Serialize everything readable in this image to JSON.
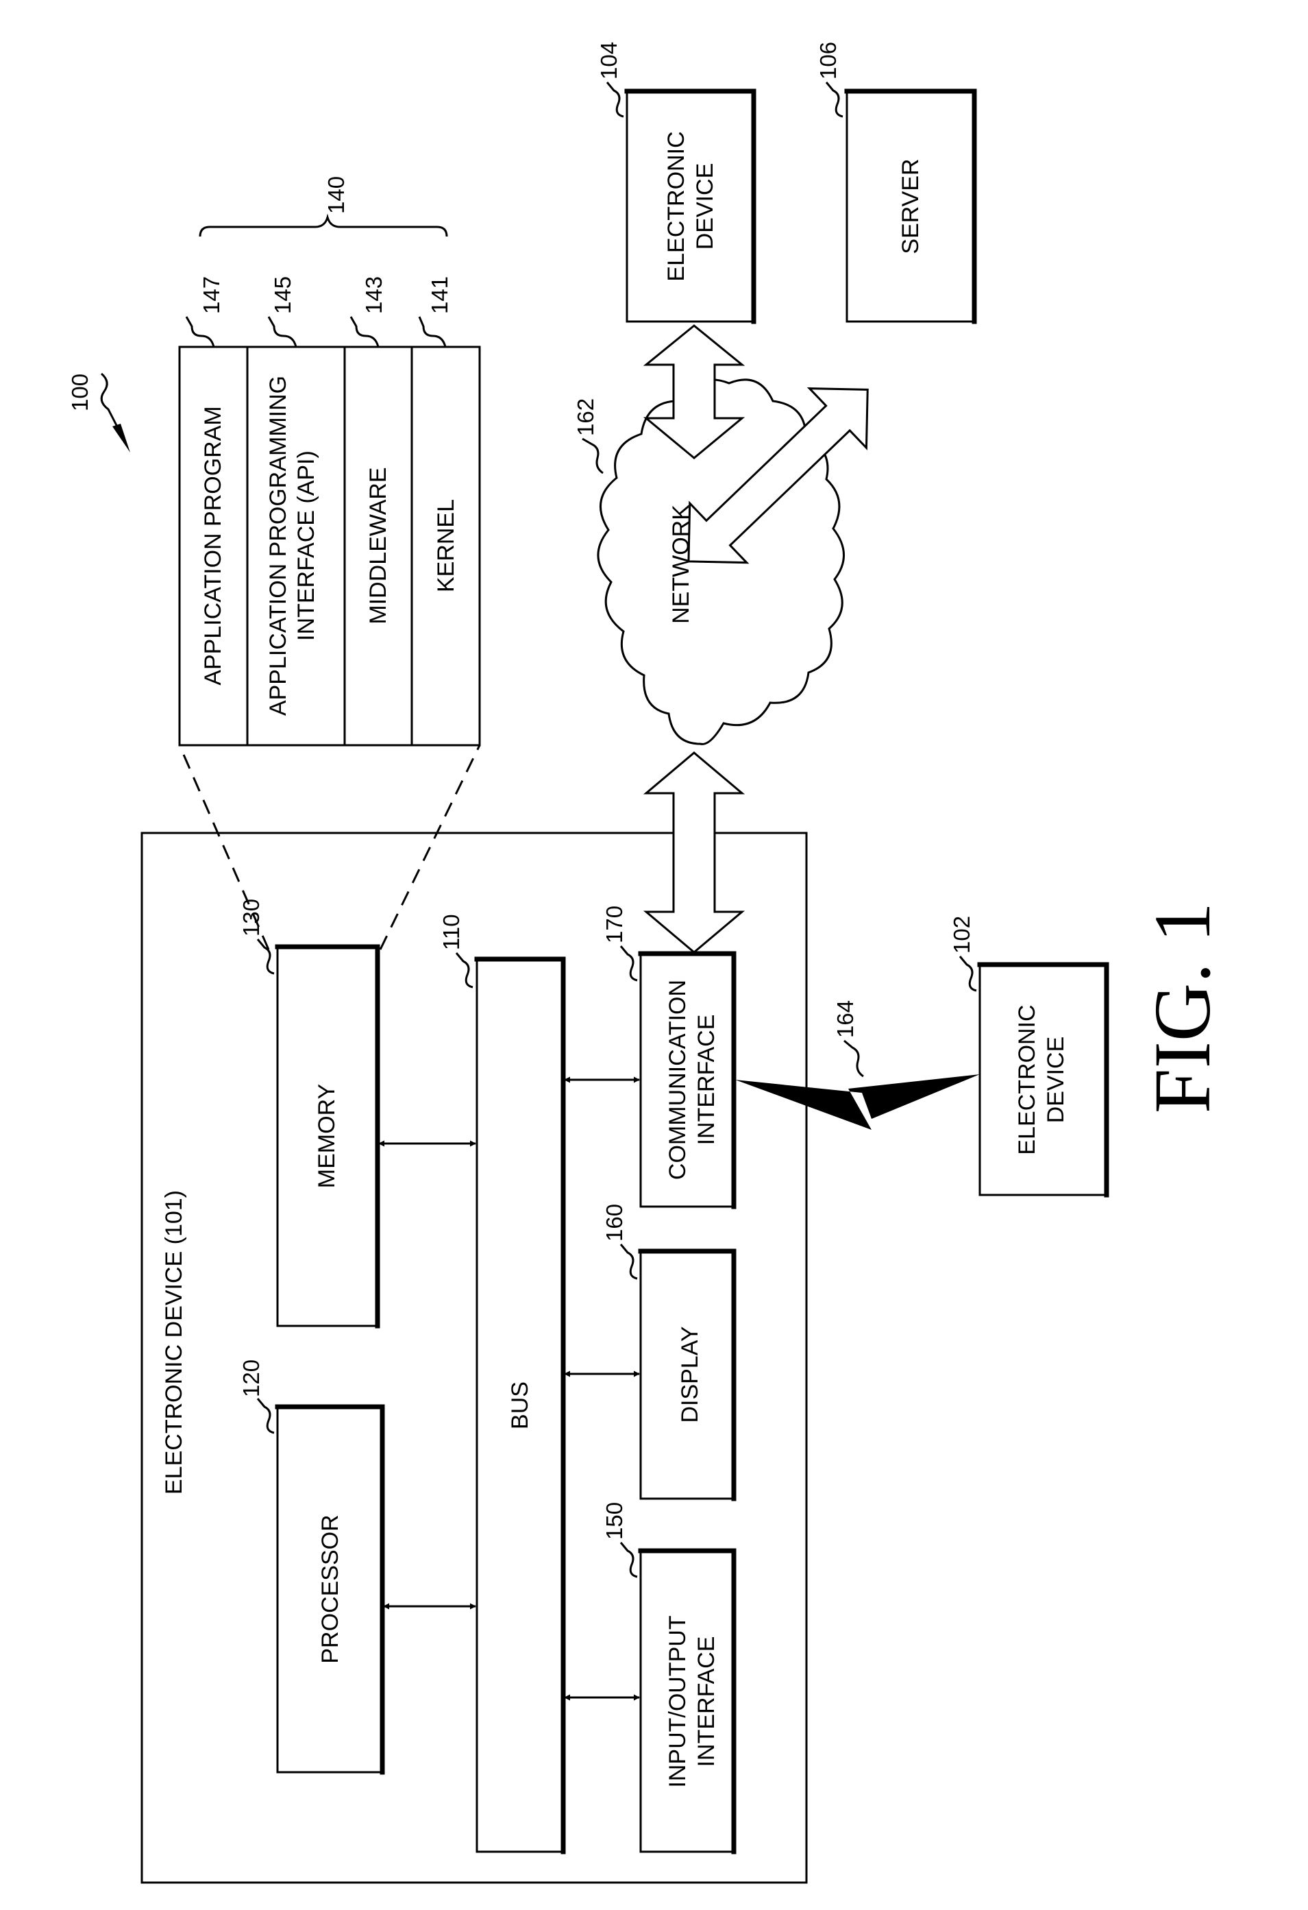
{
  "diagram_ref": "100",
  "figure_label": "FIG. 1",
  "device_101": {
    "title": "ELECTRONIC DEVICE (101)",
    "processor": {
      "ref": "120",
      "label": "PROCESSOR"
    },
    "memory": {
      "ref": "130",
      "label": "MEMORY"
    },
    "bus": {
      "ref": "110",
      "label": "BUS"
    },
    "io": {
      "ref": "150",
      "line1": "INPUT/OUTPUT",
      "line2": "INTERFACE"
    },
    "display": {
      "ref": "160",
      "label": "DISPLAY"
    },
    "comm": {
      "ref": "170",
      "line1": "COMMUNICATION",
      "line2": "INTERFACE"
    }
  },
  "memory_contents": {
    "ref": "140",
    "app_program": {
      "ref": "147",
      "label": "APPLICATION PROGRAM"
    },
    "api": {
      "ref": "145",
      "line1": "APPLICATION PROGRAMMING",
      "line2": "INTERFACE (API)"
    },
    "middleware": {
      "ref": "143",
      "label": "MIDDLEWARE"
    },
    "kernel": {
      "ref": "141",
      "label": "KERNEL"
    }
  },
  "network": {
    "ref": "162",
    "label": "NETWORK"
  },
  "wireless_link": {
    "ref": "164"
  },
  "device_104": {
    "ref": "104",
    "line1": "ELECTRONIC",
    "line2": "DEVICE"
  },
  "server_106": {
    "ref": "106",
    "label": "SERVER"
  },
  "device_102": {
    "ref": "102",
    "line1": "ELECTRONIC",
    "line2": "DEVICE"
  }
}
